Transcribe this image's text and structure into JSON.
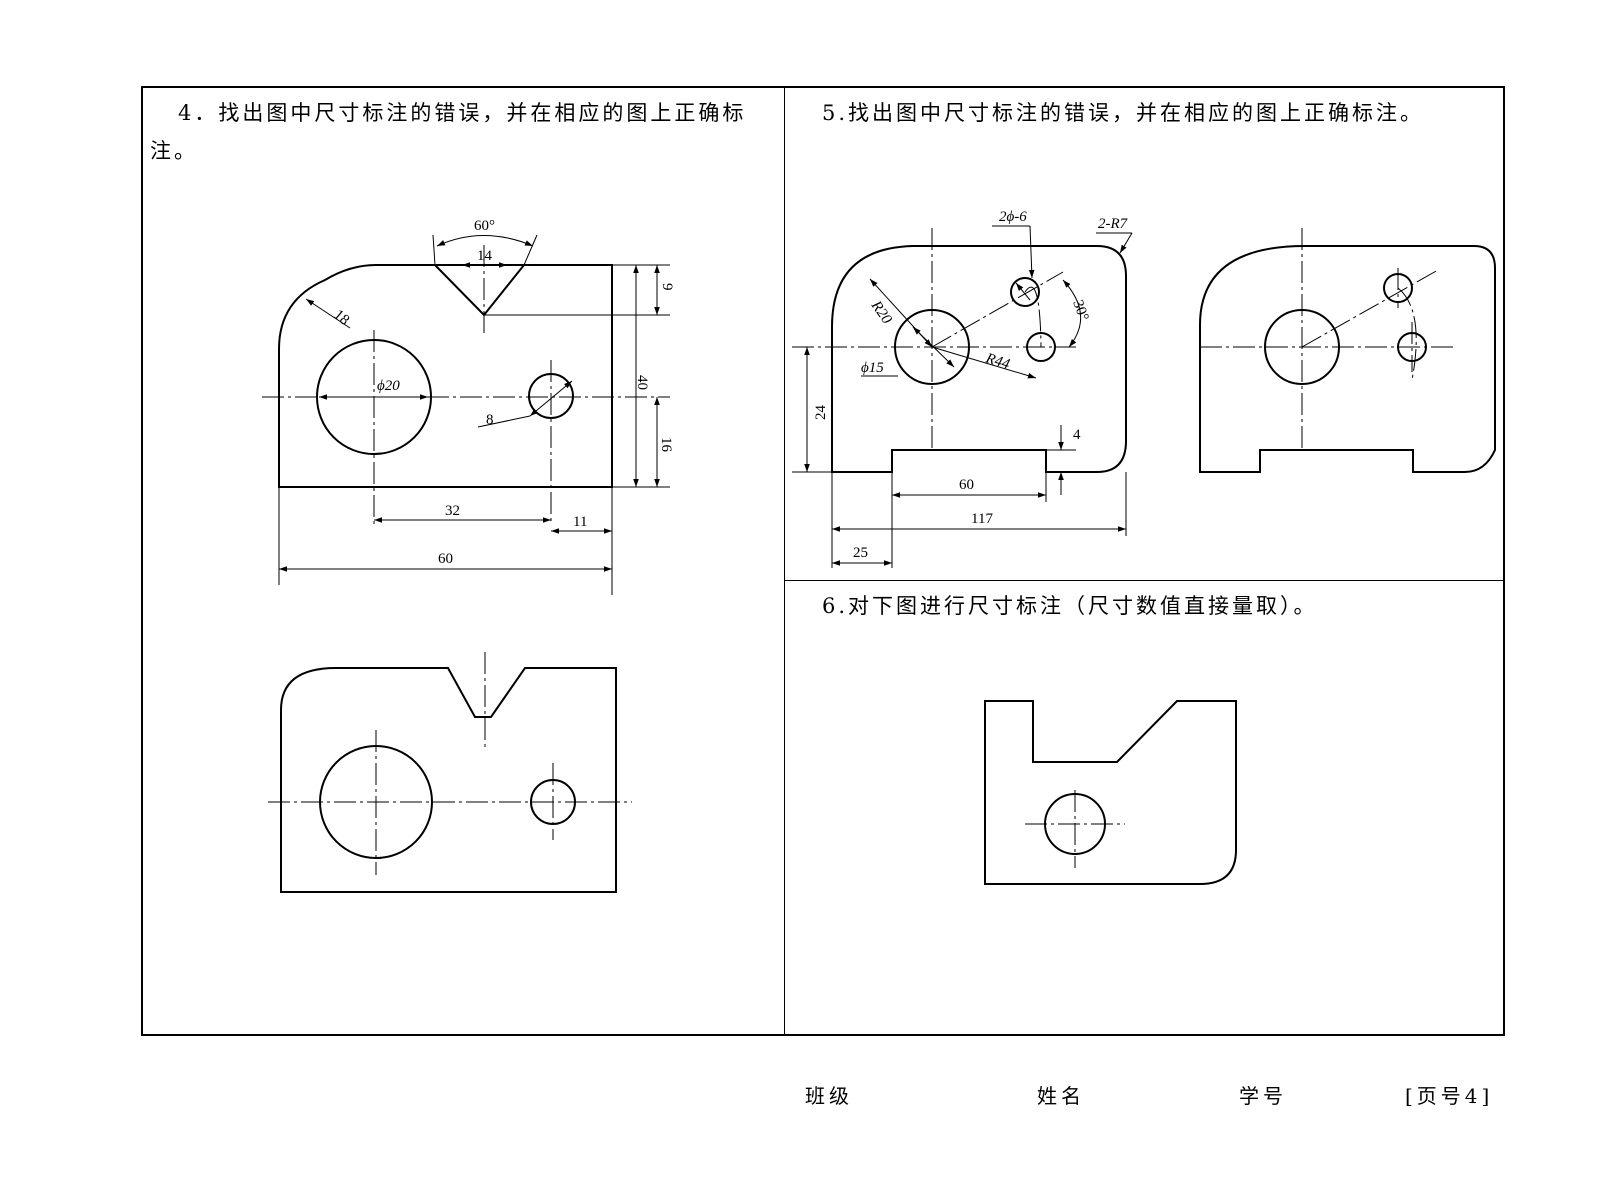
{
  "questions": {
    "q4": "4．找出图中尺寸标注的错误，并在相应的图上正确标注。",
    "q5": "5.找出图中尺寸标注的错误，并在相应的图上正确标注。",
    "q6": "6.对下图进行尺寸标注（尺寸数值直接量取）。"
  },
  "fig4_dims": {
    "angle": "60°",
    "v_top": "14",
    "r_corner": "18",
    "depth": "9",
    "height": "40",
    "right_h": "16",
    "hole_big": "ϕ20",
    "hole_small": "8",
    "d32": "32",
    "d11": "11",
    "width": "60"
  },
  "fig5_dims": {
    "holes": "2ϕ-6",
    "corners": "2-R7",
    "r20": "R20",
    "angle": "30°",
    "r44": "R44",
    "d15": "ϕ15",
    "h24": "24",
    "h4": "4",
    "slot": "60",
    "total": "117",
    "offset": "25"
  },
  "footer": {
    "class_label": "班级",
    "name_label": "姓名",
    "id_label": "学号",
    "page": "[页号4]"
  }
}
